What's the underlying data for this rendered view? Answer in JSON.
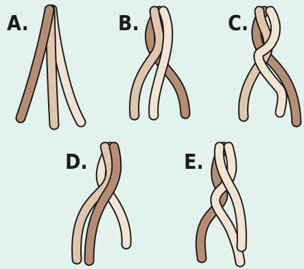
{
  "colors": {
    "background": "#e4f2ee",
    "outline": "#1b1b1b",
    "dark_strand": "#b58d73",
    "light_strand": "#e1c5ad",
    "lighter_strand": "#f1e4d2"
  },
  "panels": [
    {
      "id": "a",
      "label": "A."
    },
    {
      "id": "b",
      "label": "B."
    },
    {
      "id": "c",
      "label": "C."
    },
    {
      "id": "d",
      "label": "D."
    },
    {
      "id": "e",
      "label": "E."
    }
  ]
}
